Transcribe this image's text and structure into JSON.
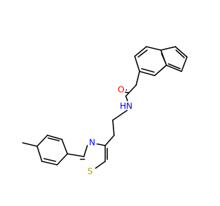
{
  "molecule": {
    "atoms": [
      {
        "id": "O",
        "label": "O",
        "color": "#ff0000"
      },
      {
        "id": "N",
        "label": "N",
        "color": "#0000ff"
      },
      {
        "id": "H",
        "label": "H",
        "color": "#0000ff"
      },
      {
        "id": "S",
        "label": "S",
        "color": "#b2a200"
      },
      {
        "id": "Nt",
        "label": "N",
        "color": "#0000ff"
      }
    ]
  }
}
